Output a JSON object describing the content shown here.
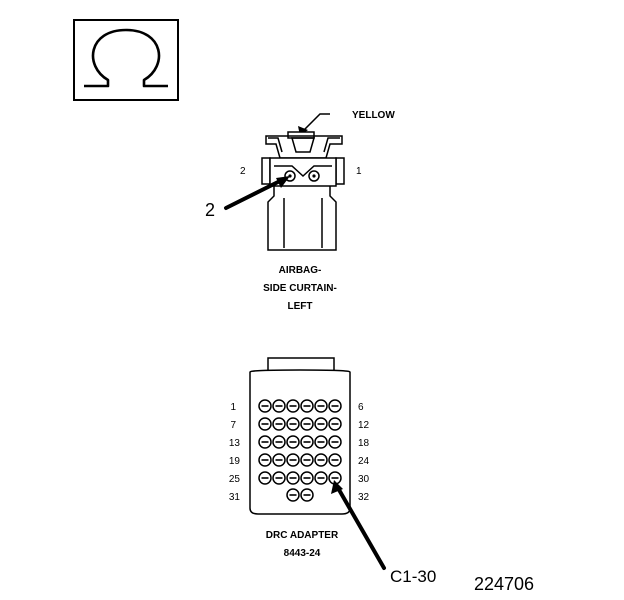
{
  "meter_symbol": "Ω",
  "airbag_connector": {
    "color_label": "YELLOW",
    "pin_left": "2",
    "pin_right": "1",
    "callout": "2",
    "name_lines": [
      "AIRBAG-",
      "SIDE CURTAIN-",
      "LEFT"
    ]
  },
  "drc_adapter": {
    "row_labels_left": [
      "1",
      "7",
      "13",
      "19",
      "25",
      "31"
    ],
    "row_labels_right": [
      "6",
      "12",
      "18",
      "24",
      "30",
      "32"
    ],
    "callout": "C1-30",
    "name": "DRC ADAPTER",
    "part_number": "8443-24"
  },
  "figure_number": "224706"
}
